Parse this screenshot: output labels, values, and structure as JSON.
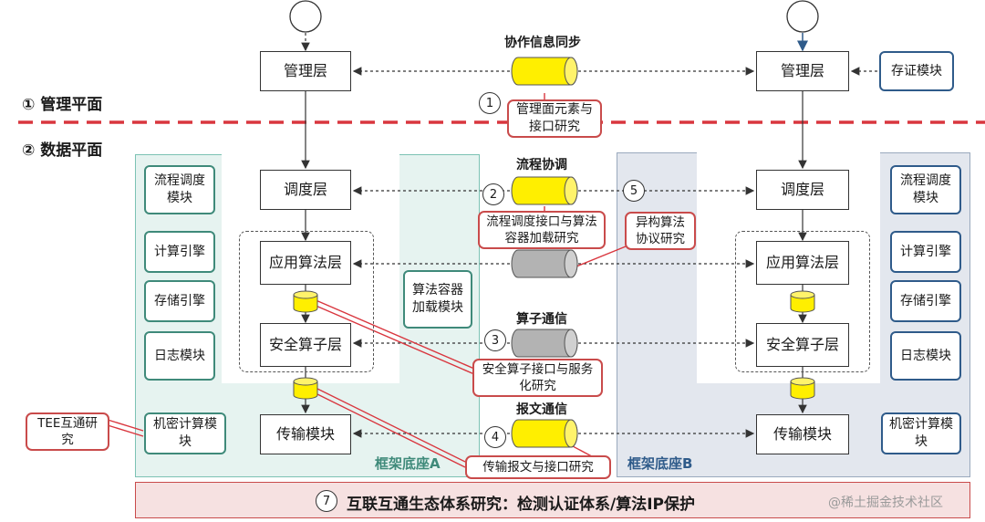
{
  "planes": {
    "mgmt": "① 管理平面",
    "data": "② 数据平面"
  },
  "left": {
    "mgmt": "管理层",
    "sched": "调度层",
    "app": "应用算法层",
    "sec": "安全算子层",
    "trans": "传输模块",
    "modules": [
      "流程调度模块",
      "计算引擎",
      "存储引擎",
      "日志模块",
      "机密计算模块"
    ],
    "container": "算法容器加载模块",
    "base": "框架底座A"
  },
  "right": {
    "mgmt": "管理层",
    "sched": "调度层",
    "app": "应用算法层",
    "sec": "安全算子层",
    "trans": "传输模块",
    "modules": [
      "流程调度模块",
      "计算引擎",
      "存储引擎",
      "日志模块",
      "机密计算模块"
    ],
    "evidence": "存证模块",
    "base": "框架底座B"
  },
  "channels": {
    "sync": "协作信息同步",
    "flow": "流程协调",
    "op": "算子通信",
    "msg": "报文通信"
  },
  "notes": {
    "n1": "管理面元素与接口研究",
    "n2": "流程调度接口与算法容器加载研究",
    "n5": "异构算法协议研究",
    "n3": "安全算子接口与服务化研究",
    "n4": "传输报文与接口研究",
    "tee": "TEE互通研究",
    "bottom": "互联互通生态体系研究：检测认证体系/算法IP保护"
  },
  "nums": [
    "1",
    "2",
    "3",
    "4",
    "5",
    "7"
  ],
  "watermark": "@稀土掘金技术社区",
  "colors": {
    "red": "#d9363e",
    "teal": "#3f8a7a",
    "navy": "#2f5b8a",
    "yellow": "#ffef00",
    "gray": "#b3b3b3"
  }
}
